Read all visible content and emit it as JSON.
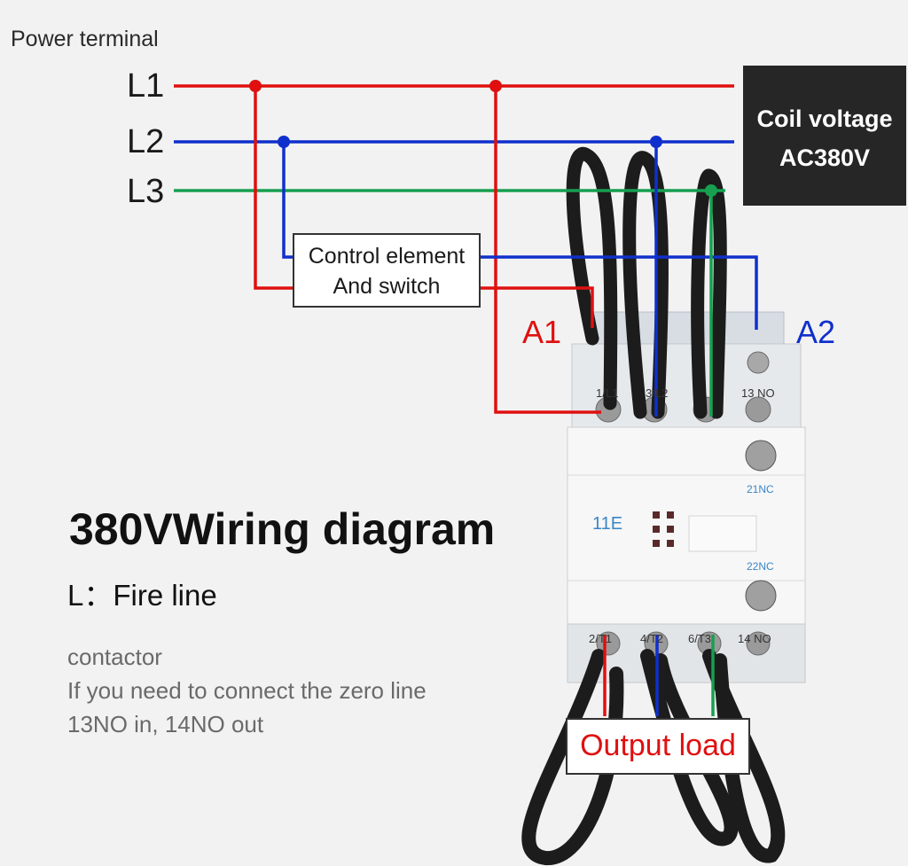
{
  "power_terminal": {
    "title": "Power terminal",
    "lines": [
      "L1",
      "L2",
      "L3"
    ]
  },
  "coil": {
    "line1": "Coil voltage",
    "line2": "AC380V"
  },
  "control": {
    "line1": "Control element",
    "line2": "And switch"
  },
  "terminals": {
    "a1": "A1",
    "a2": "A2"
  },
  "contactor_marks": {
    "top_left": "1/L1",
    "top_mid": "3/L2",
    "top_right": "13 NO",
    "model": "11E",
    "nc1": "21NC",
    "nc2": "22NC",
    "bot_left": "2/T1",
    "bot_mid": "4/T2",
    "bot_right_a": "6/T3",
    "bot_right_b": "14 NO"
  },
  "diagram": {
    "title": "380VWiring diagram",
    "legend": "L：Fire line",
    "notes": [
      "contactor",
      "If you need to connect the zero line",
      "13NO in, 14NO out"
    ]
  },
  "output": {
    "label": "Output load"
  },
  "colors": {
    "L1": "#e01010",
    "L2": "#1030cc",
    "L3": "#16a050",
    "coil_bg": "#262626",
    "background": "#f2f2f2"
  }
}
